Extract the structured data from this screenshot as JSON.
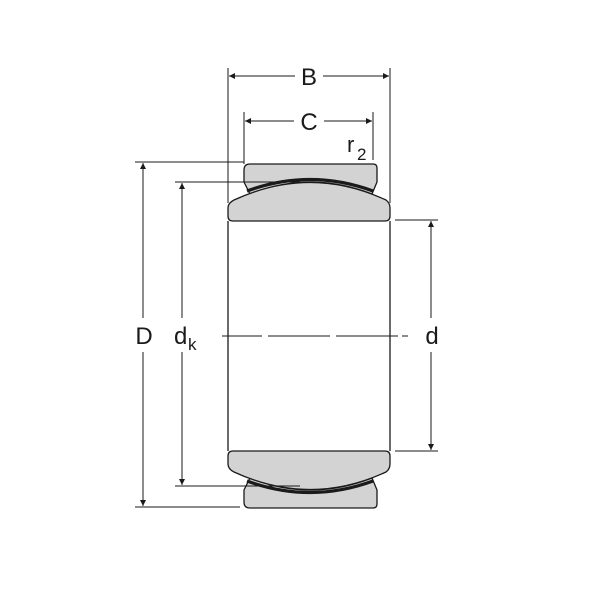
{
  "diagram": {
    "subject": "Spherical plain bearing cross-section",
    "colors": {
      "line": "#1a1a1a",
      "fill": "#d3d3d3",
      "background": "#ffffff"
    },
    "labels": {
      "B": "B",
      "C": "C",
      "r2_main": "r",
      "r2_sub": "2",
      "D": "D",
      "dk_main": "d",
      "dk_sub": "k",
      "d": "d"
    }
  }
}
